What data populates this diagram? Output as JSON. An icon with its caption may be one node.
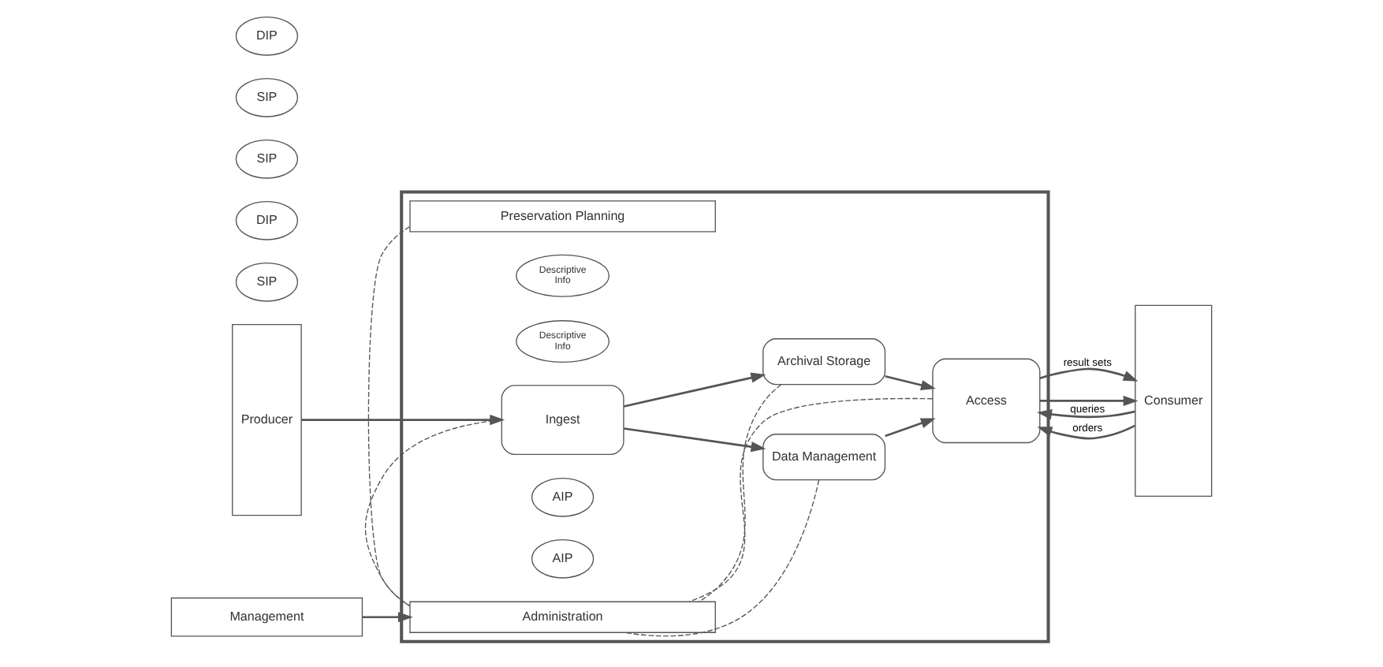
{
  "diagram": {
    "nodes": [
      {
        "text": [
          "Producer"
        ]
      },
      {
        "text": [],
        "shape": "box"
      },
      {
        "text": [
          "Preservation Planning"
        ],
        "in": 1
      },
      {
        "text": [
          "SIP"
        ]
      },
      {
        "text": [
          "Descriptive Info"
        ],
        "in": 1
      },
      {
        "text": [
          "Data Management"
        ],
        "in": 1
      },
      {
        "text": [
          "Descriptive Info"
        ],
        "in": 1
      },
      {
        "text": [
          "DIP"
        ]
      },
      {
        "text": [
          "Consumer"
        ]
      },
      {
        "text": [
          "Ingest"
        ],
        "in": 1
      },
      {
        "text": [
          "Access"
        ],
        "in": 1
      },
      {
        "text": [
          "SIP"
        ]
      },
      {
        "text": [
          "AIP"
        ],
        "in": 1
      },
      {
        "text": [
          "Archival Storage"
        ],
        "in": 1
      },
      {
        "text": [
          "AIP"
        ],
        "in": 1
      },
      {
        "text": [
          "SIP"
        ]
      },
      {
        "text": [
          "DIP"
        ]
      },
      {
        "text": [
          "Administration"
        ],
        "in": 1
      },
      {
        "text": [
          "Management"
        ]
      }
    ],
    "edges": [
      {
        "from": 0,
        "to": 9,
        "arrow": "to"
      },
      {
        "from": 9,
        "to": 5,
        "arrow": "to"
      },
      {
        "from": 9,
        "to": 13,
        "arrow": "to"
      },
      {
        "from": 5,
        "to": 10,
        "arrow": "to"
      },
      {
        "from": 13,
        "to": 10,
        "arrow": "to"
      },
      {
        "from": 8,
        "to": 10,
        "arrow": "to",
        "label": "queries"
      },
      {
        "from": 10,
        "to": 8,
        "arrow": "to",
        "label": "result sets"
      },
      {
        "from": 8,
        "to": 10,
        "arrow": "to",
        "label": "orders"
      },
      {
        "from": 10,
        "to": 8,
        "arrow": "to"
      },
      {
        "from": 18,
        "to": 17,
        "arrow": "to"
      },
      {
        "from": 2,
        "to": 17,
        "arrow": "none",
        "style": "dashed"
      },
      {
        "from": 9,
        "to": 17,
        "arrow": "none",
        "style": "dashed"
      },
      {
        "from": 13,
        "to": 17,
        "arrow": "none",
        "style": "dashed"
      },
      {
        "from": 5,
        "to": 17,
        "arrow": "none",
        "style": "dashed"
      },
      {
        "from": 10,
        "to": 17,
        "arrow": "none",
        "style": "dashed"
      }
    ]
  }
}
